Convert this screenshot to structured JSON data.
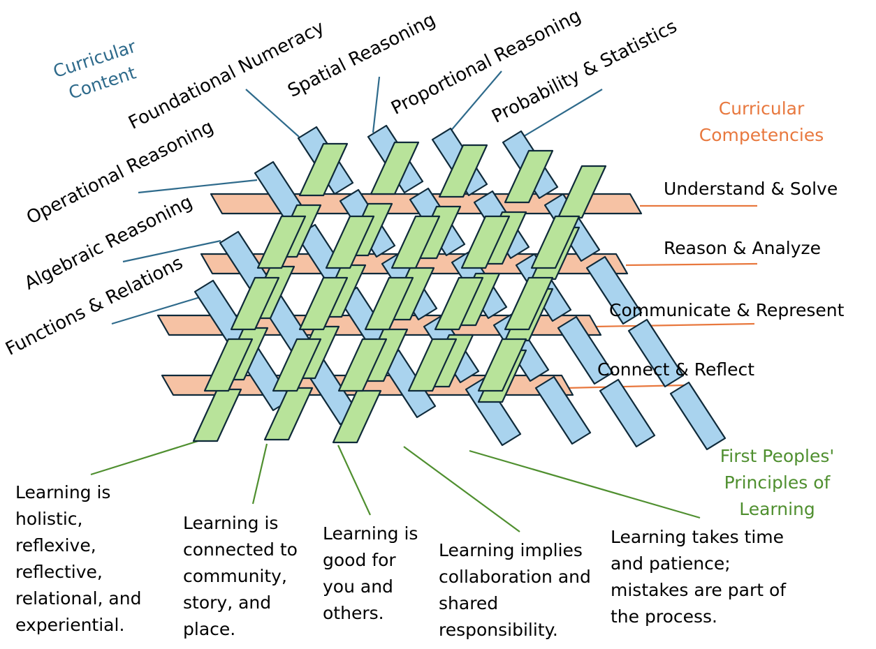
{
  "headers": {
    "content": "Curricular\nContent",
    "competencies": "Curricular\nCompetencies",
    "first_peoples": "First Peoples'\nPrinciples of\nLearning"
  },
  "curricular_content": [
    "Foundational Numeracy",
    "Spatial Reasoning",
    "Proportional Reasoning",
    "Probability & Statistics",
    "Operational Reasoning",
    "Algebraic Reasoning",
    "Functions & Relations"
  ],
  "curricular_competencies": [
    "Understand & Solve",
    "Reason & Analyze",
    "Communicate & Represent",
    "Connect & Reflect"
  ],
  "first_peoples_principles": [
    "Learning is\nholistic,\nreflexive,\nreflective,\nrelational, and\nexperiential.",
    "Learning is\nconnected to\ncommunity,\nstory, and\nplace.",
    "Learning  is\ngood for\nyou and\nothers.",
    "Learning implies\ncollaboration and\nshared\nresponsibility.",
    "Learning takes time\nand patience;\nmistakes are part of\nthe process."
  ],
  "colors": {
    "content": "#2e6a8b",
    "competencies": "#e8783e",
    "first_peoples": "#4f8f2f",
    "strand_blue": "#a9d3ee",
    "strand_orange": "#f6c2a4",
    "strand_green": "#b8e39a",
    "outline": "#0f2a3a"
  }
}
